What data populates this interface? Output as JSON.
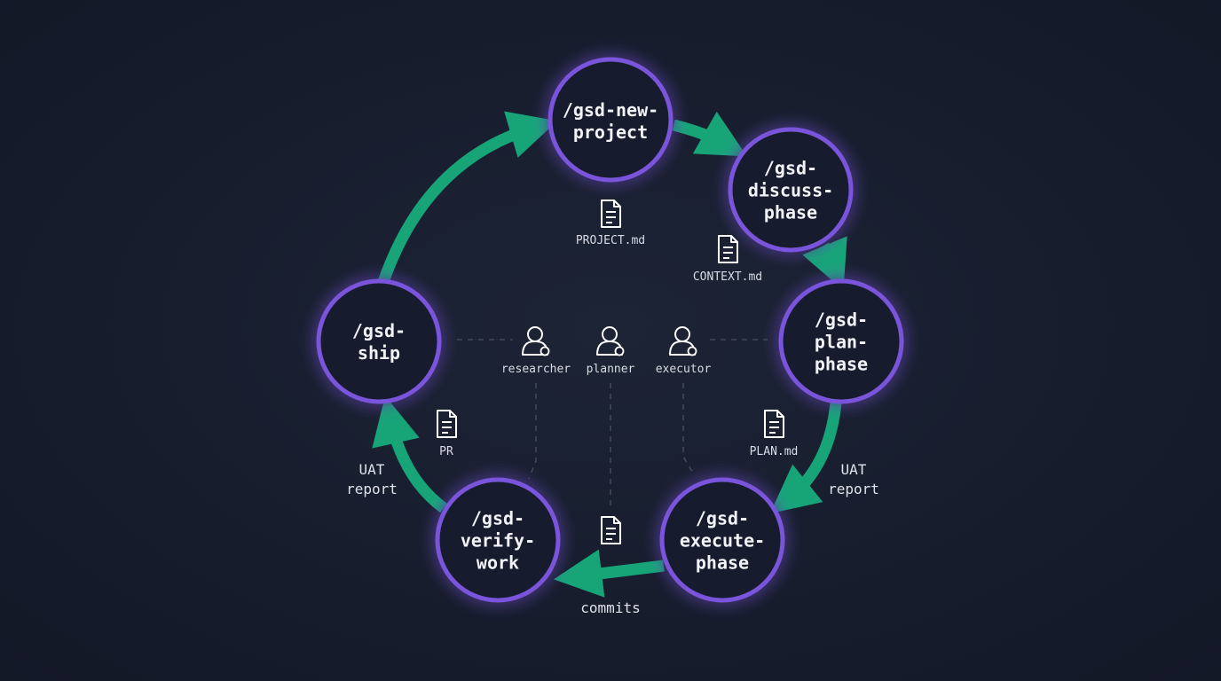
{
  "colors": {
    "node_stroke": "#7a55dc",
    "node_fill": "#171c2d",
    "arrow": "#17a578",
    "icon": "#ffffff",
    "dashed_line": "#4a5162"
  },
  "nodes": {
    "new_project": [
      "/gsd-new-",
      "project"
    ],
    "discuss_phase": [
      "/gsd-",
      "discuss-",
      "phase"
    ],
    "plan_phase": [
      "/gsd-",
      "plan-",
      "phase"
    ],
    "execute_phase": [
      "/gsd-",
      "execute-",
      "phase"
    ],
    "verify_work": [
      "/gsd-",
      "verify-",
      "work"
    ],
    "ship": [
      "/gsd-",
      "ship"
    ]
  },
  "artifacts": {
    "project_md": "PROJECT.md",
    "context_md": "CONTEXT.md",
    "plan_md": "PLAN.md",
    "pr": "PR",
    "commits": "commits",
    "uat_left": [
      "UAT",
      "report"
    ],
    "uat_right": [
      "UAT",
      "report"
    ]
  },
  "agents": {
    "researcher": "researcher",
    "planner": "planner",
    "executor": "executor"
  },
  "icons": {
    "document": "document-icon",
    "agent": "user-icon"
  }
}
